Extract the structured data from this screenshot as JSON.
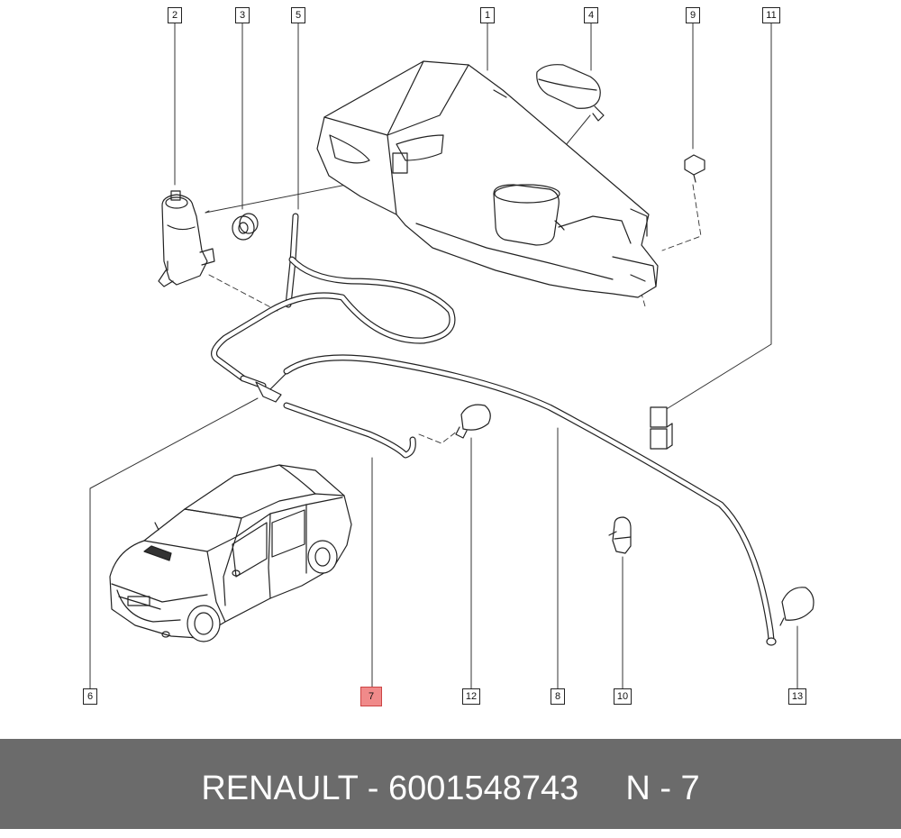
{
  "diagram": {
    "callouts": [
      {
        "id": "c2",
        "label": "2",
        "highlight": false
      },
      {
        "id": "c3",
        "label": "3",
        "highlight": false
      },
      {
        "id": "c5",
        "label": "5",
        "highlight": false
      },
      {
        "id": "c1",
        "label": "1",
        "highlight": false
      },
      {
        "id": "c4",
        "label": "4",
        "highlight": false
      },
      {
        "id": "c9",
        "label": "9",
        "highlight": false
      },
      {
        "id": "c11",
        "label": "11",
        "highlight": false
      },
      {
        "id": "c6",
        "label": "6",
        "highlight": false
      },
      {
        "id": "c7",
        "label": "7",
        "highlight": true
      },
      {
        "id": "c12",
        "label": "12",
        "highlight": false
      },
      {
        "id": "c8",
        "label": "8",
        "highlight": false
      },
      {
        "id": "c10",
        "label": "10",
        "highlight": false
      },
      {
        "id": "c13",
        "label": "13",
        "highlight": false
      }
    ],
    "highlight_color": "#f08a8a"
  },
  "footer": {
    "brand": "RENAULT",
    "separator": " - ",
    "part_number": "6001548743",
    "ref_prefix": "N - ",
    "ref_number": "7",
    "background": "#6b6b6b"
  }
}
